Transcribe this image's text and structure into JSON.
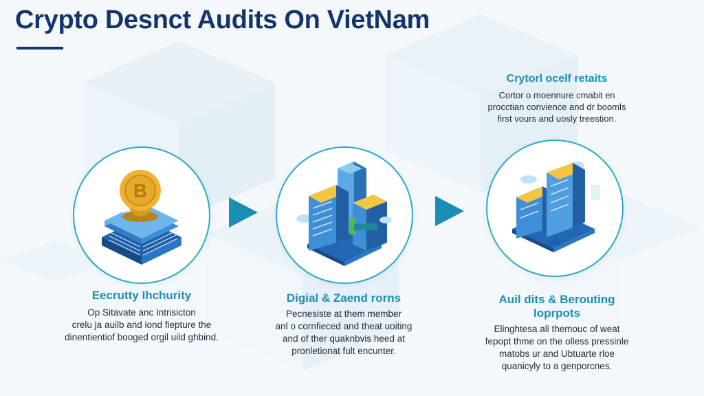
{
  "header": {
    "title": "Crypto Desnct Audits On VietNam"
  },
  "note": {
    "title": "Crytorl ocelf retaits",
    "lines": [
      "Cortor o moennure cmabit en",
      "procctian convience and dr boomls",
      "first vours and uosly treestion."
    ]
  },
  "steps": [
    {
      "title": "Eecrutty Ihchurity",
      "lines": [
        "Op Sitavate anc Intrisicton",
        "crelu ja auilb and iond fiepture the",
        "dinentientiof booged orgil uild ghbind."
      ]
    },
    {
      "title": "Digial & Zaend rorns",
      "lines": [
        "Pecnesiste at them member",
        "anl o cornfieced and theat uoiting",
        "and of ther quaknbvis heed at",
        "pronletionat fult encunter."
      ]
    },
    {
      "title": "Auil dits & Berouting",
      "title2": "loprpots",
      "lines": [
        "Elinghtesa ali themouc of weat",
        "fepopt thme on the olless pressinle",
        "matobs ur and Ubtuarte rloe",
        "quanicyly to a genporcnes."
      ]
    }
  ],
  "icons": [
    "coin-stack-icon",
    "city-buildings-icon",
    "audit-buildings-icon",
    "flow-arrow-icon"
  ],
  "colors": {
    "title": "#14356b",
    "accent": "#1a8fb3",
    "circle": "#2aa8c9",
    "coin": "#f2b233"
  }
}
